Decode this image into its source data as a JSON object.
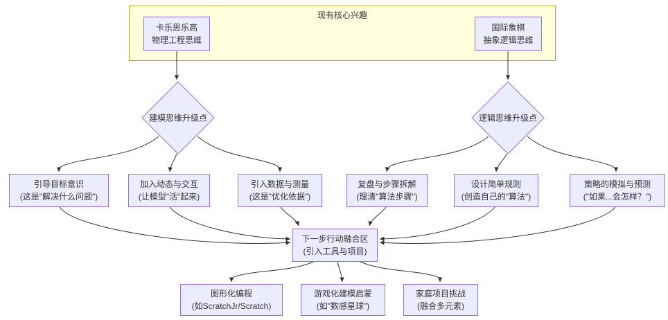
{
  "colors": {
    "node_fill": "#ECECFF",
    "node_border": "#9370DB",
    "cluster_fill": "#ffffde",
    "cluster_border": "#aaaa33",
    "edge": "#333333",
    "text": "#333333",
    "background": "#ffffff"
  },
  "cluster": {
    "title": "现有核心兴趣"
  },
  "nodes": {
    "lego": {
      "line1": "卡乐思乐高",
      "line2": "物理工程思维"
    },
    "chess": {
      "line1": "国际象棋",
      "line2": "抽象逻辑思维"
    },
    "modeling": {
      "label": "建模思维升级点"
    },
    "logic": {
      "label": "逻辑思维升级点"
    },
    "goal": {
      "line1": "引导目标意识",
      "line2": "(这是\"解决什么问题\")"
    },
    "dynamics": {
      "line1": "加入动态与交互",
      "line2": "(让模型\"活\"起来)"
    },
    "data": {
      "line1": "引入数据与测量",
      "line2": "(这是\"优化依据\")"
    },
    "review": {
      "line1": "复盘与步骤拆解",
      "line2": "(理清\"算法步骤\")"
    },
    "rules": {
      "line1": "设计简单规则",
      "line2": "(创造自己的\"算法\")"
    },
    "strategy": {
      "line1": "策略的模拟与预测",
      "line2": "(\"如果...会怎样？\")"
    },
    "fusion": {
      "line1": "下一步行动融合区",
      "line2": "(引入工具与项目)"
    },
    "scratch": {
      "line1": "图形化编程",
      "line2": "(如ScratchJr/Scratch)"
    },
    "game": {
      "line1": "游戏化建模启蒙",
      "line2": "(如\"数感星球\")"
    },
    "family": {
      "line1": "家庭项目挑战",
      "line2": "(融合多元素)"
    }
  }
}
